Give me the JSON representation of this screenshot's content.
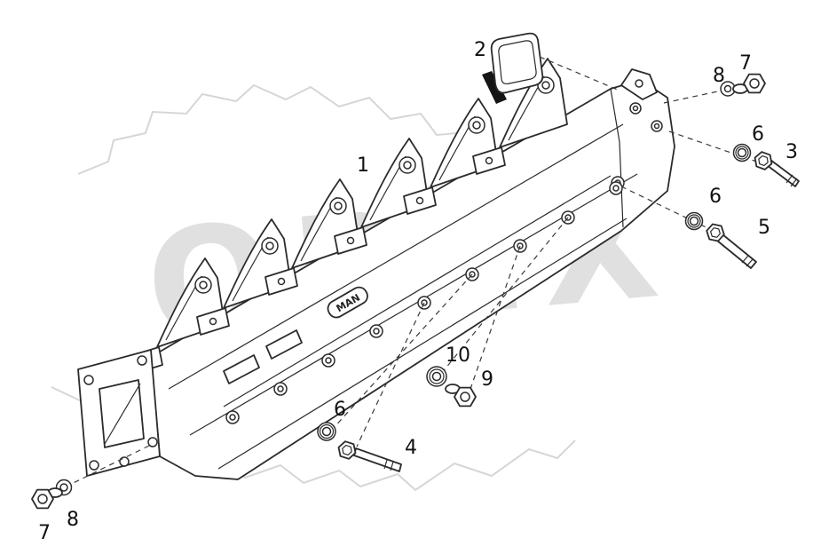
{
  "diagram": {
    "watermark_text": "OPEX",
    "brand_plate": "MAN",
    "labels": {
      "part1": "1",
      "part2": "2",
      "part3": "3",
      "part4": "4",
      "part5": "5",
      "part6_top": "6",
      "part6_mid": "6",
      "part6_bottom": "6",
      "part7_topright": "7",
      "part7_bottomleft": "7",
      "part8_topright": "8",
      "part8_bottomleft": "8",
      "part9": "9",
      "part10": "10"
    },
    "colors": {
      "line": "#2b2b2b",
      "watermark": "#c8c8c8",
      "background": "#ffffff"
    }
  }
}
